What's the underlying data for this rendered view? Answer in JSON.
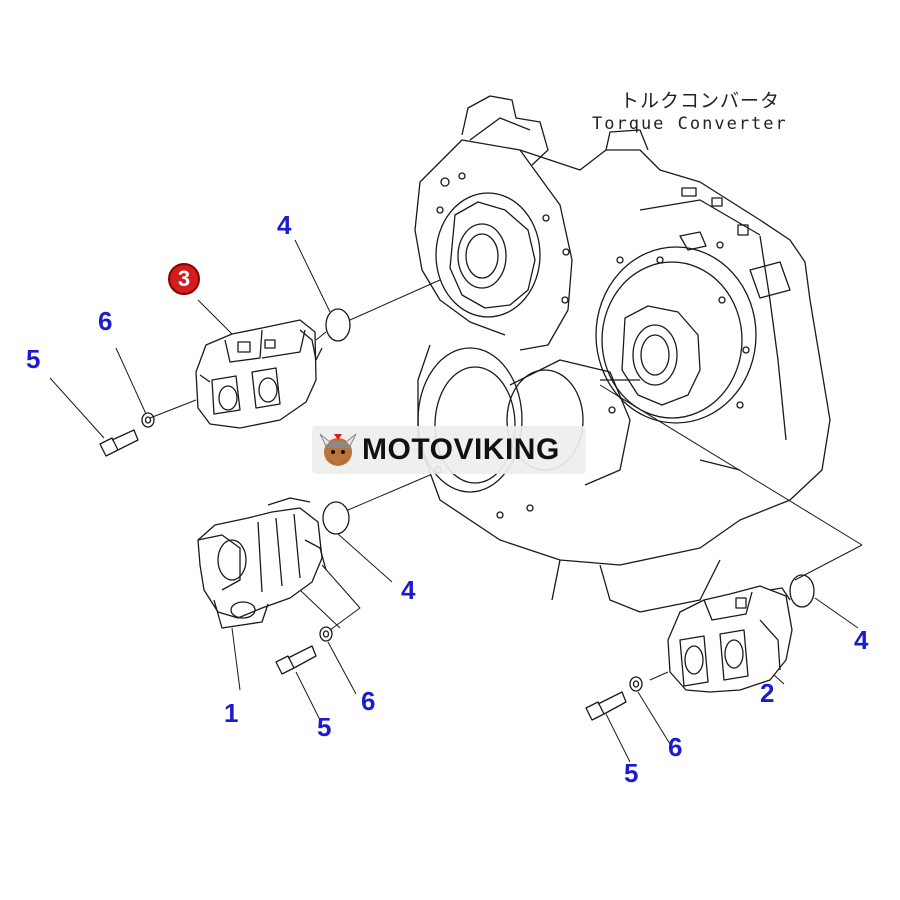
{
  "header": {
    "title_japanese": "トルクコンバータ",
    "title_english": "Torque Converter"
  },
  "watermark": {
    "brand": "MOTOVIKING"
  },
  "labels": {
    "highlighted_part": "3",
    "part_1": "1",
    "part_2": "2",
    "part_4_top": "4",
    "part_4_middle": "4",
    "part_4_right": "4",
    "part_5_left": "5",
    "part_5_middle": "5",
    "part_5_right": "5",
    "part_6_left": "6",
    "part_6_middle": "6",
    "part_6_right": "6"
  },
  "colors": {
    "label_blue": "#1c1ccc",
    "highlight_red": "#d31c1c",
    "line_art": "#1a1a1a"
  }
}
